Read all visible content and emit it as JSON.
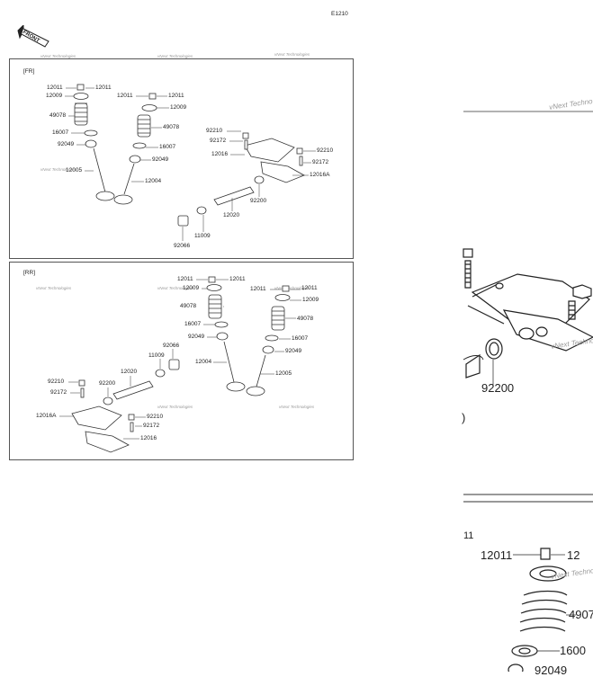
{
  "figure_code": "E1210",
  "front_text": "FRONT",
  "watermark": "vNext Technologies",
  "fr": {
    "tag": "[FR]",
    "parts": [
      "12011",
      "12011",
      "12009",
      "49078",
      "16007",
      "92049",
      "12005",
      "12011",
      "12011",
      "12009",
      "49078",
      "16007",
      "92049",
      "12004",
      "92210",
      "92172",
      "12016",
      "92210",
      "92172",
      "12016A",
      "92200",
      "12020",
      "11009",
      "92066"
    ]
  },
  "rr": {
    "tag": "[RR]",
    "parts": [
      "12011",
      "12011",
      "12009",
      "49078",
      "16007",
      "92049",
      "12004",
      "12011",
      "12011",
      "12009",
      "49078",
      "16007",
      "92049",
      "12005",
      "92066",
      "11009",
      "12020",
      "92200",
      "92210",
      "92172",
      "12016A",
      "92210",
      "92172",
      "12016"
    ]
  },
  "zoom": {
    "part_92200": "92200",
    "section_num": "11",
    "part_12011": "12011",
    "part_12011_cut": "12",
    "part_49078_cut": "4907",
    "part_16007_cut": "1600",
    "part_92049_cut": "92049",
    "paren": ")"
  }
}
